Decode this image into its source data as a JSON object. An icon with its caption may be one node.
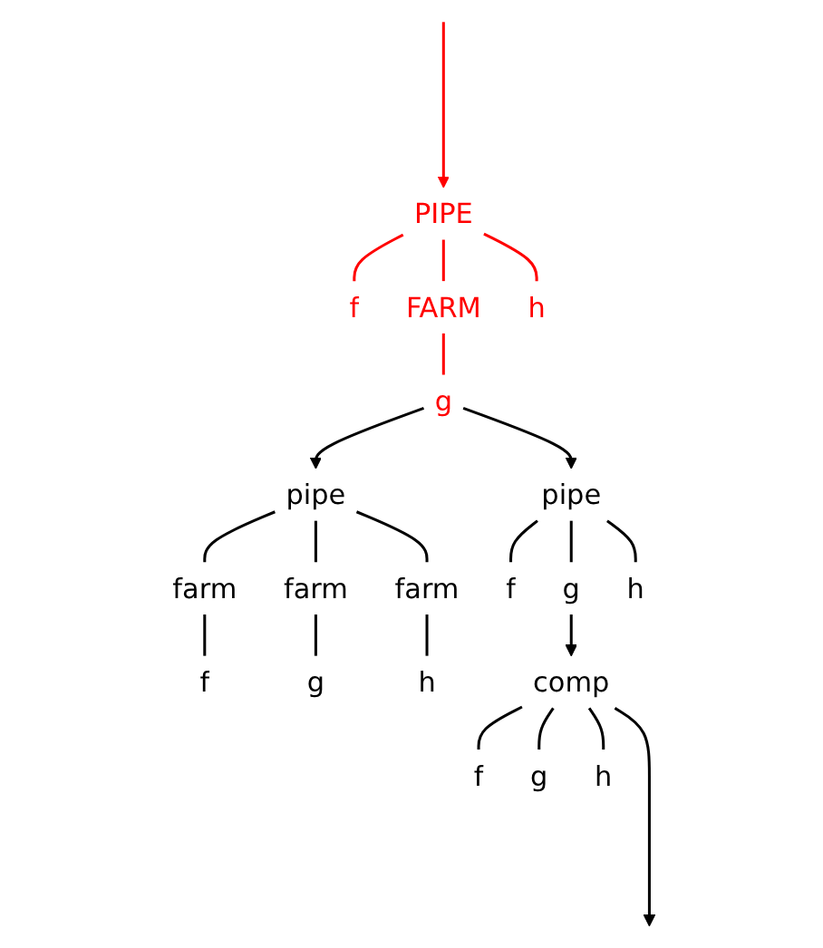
{
  "diagram": {
    "nodes": [
      {
        "text": [
          "PIPE"
        ]
      },
      {
        "text": [
          "f"
        ]
      },
      {
        "text": [
          "FARM"
        ]
      },
      {
        "text": [
          "h"
        ]
      },
      {
        "text": [
          "g"
        ]
      },
      {
        "text": [
          "pipe"
        ]
      },
      {
        "text": [
          "farm"
        ]
      },
      {
        "text": [
          "farm"
        ]
      },
      {
        "text": [
          "farm"
        ]
      },
      {
        "text": [
          "f"
        ]
      },
      {
        "text": [
          "g"
        ]
      },
      {
        "text": [
          "h"
        ]
      },
      {
        "text": [
          "pipe"
        ]
      },
      {
        "text": [
          "f"
        ]
      },
      {
        "text": [
          "g"
        ]
      },
      {
        "text": [
          "h"
        ]
      },
      {
        "text": [
          "comp"
        ]
      },
      {
        "text": [
          "f"
        ]
      },
      {
        "text": [
          "g"
        ]
      },
      {
        "text": [
          "h"
        ]
      }
    ],
    "edges": [
      {
        "from": null,
        "to": 0,
        "arrow": "to",
        "color": "#ff0000"
      },
      {
        "from": 0,
        "to": 1,
        "arrow": "none",
        "color": "#ff0000"
      },
      {
        "from": 0,
        "to": 2,
        "arrow": "none",
        "color": "#ff0000"
      },
      {
        "from": 0,
        "to": 3,
        "arrow": "none",
        "color": "#ff0000"
      },
      {
        "from": 2,
        "to": 4,
        "arrow": "none",
        "color": "#ff0000"
      },
      {
        "from": 4,
        "to": 5,
        "arrow": "to"
      },
      {
        "from": 4,
        "to": 12,
        "arrow": "to"
      },
      {
        "from": 5,
        "to": 6,
        "arrow": "none"
      },
      {
        "from": 5,
        "to": 7,
        "arrow": "none"
      },
      {
        "from": 5,
        "to": 8,
        "arrow": "none"
      },
      {
        "from": 6,
        "to": 9,
        "arrow": "none"
      },
      {
        "from": 7,
        "to": 10,
        "arrow": "none"
      },
      {
        "from": 8,
        "to": 11,
        "arrow": "none"
      },
      {
        "from": 12,
        "to": 13,
        "arrow": "none"
      },
      {
        "from": 12,
        "to": 14,
        "arrow": "none"
      },
      {
        "from": 12,
        "to": 15,
        "arrow": "none"
      },
      {
        "from": 14,
        "to": 16,
        "arrow": "to"
      },
      {
        "from": 16,
        "to": 17,
        "arrow": "none"
      },
      {
        "from": 16,
        "to": 18,
        "arrow": "none"
      },
      {
        "from": 16,
        "to": 19,
        "arrow": "none"
      },
      {
        "from": 16,
        "to": null,
        "arrow": "to"
      }
    ]
  }
}
